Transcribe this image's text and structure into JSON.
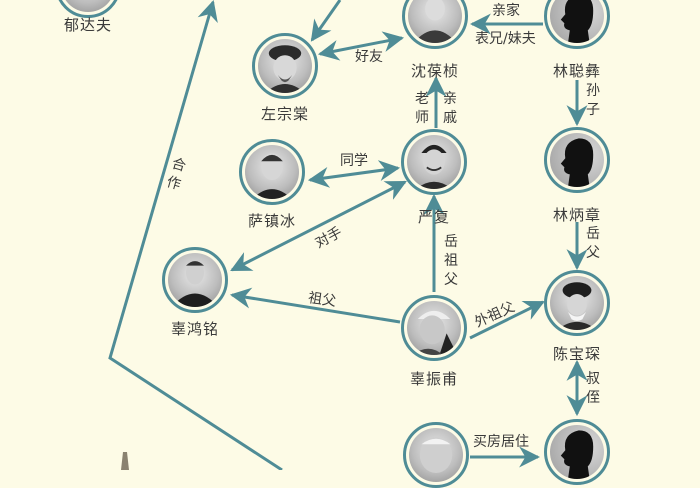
{
  "diagram": {
    "type": "relationship-network",
    "colors": {
      "background": "#fdfbe6",
      "edge": "#4f8c96",
      "text": "#3a3a3a"
    },
    "nodes": [
      {
        "id": "yudafu",
        "name": "郁达夫",
        "portrait": "photo"
      },
      {
        "id": "zuozongtang",
        "name": "左宗棠",
        "portrait": "photo"
      },
      {
        "id": "shenbaozhen",
        "name": "沈葆桢",
        "portrait": "photo"
      },
      {
        "id": "linciongyi",
        "name": "林聪彝",
        "portrait": "silhouette"
      },
      {
        "id": "sazhenbing",
        "name": "萨镇冰",
        "portrait": "photo"
      },
      {
        "id": "yanfu",
        "name": "严复",
        "portrait": "photo"
      },
      {
        "id": "linbingzhang",
        "name": "林炳章",
        "portrait": "silhouette"
      },
      {
        "id": "guhongming",
        "name": "辜鸿铭",
        "portrait": "photo"
      },
      {
        "id": "guzhenfu",
        "name": "辜振甫",
        "portrait": "photo"
      },
      {
        "id": "chenbaochen",
        "name": "陈宝琛",
        "portrait": "photo"
      },
      {
        "id": "bottom_left",
        "name": "",
        "portrait": "photo"
      },
      {
        "id": "bottom_right",
        "name": "",
        "portrait": "silhouette"
      }
    ],
    "edges": [
      {
        "from": "zuozongtang",
        "to": "shenbaozhen",
        "label": "好友",
        "direction": "both"
      },
      {
        "from": "linciongyi",
        "to": "shenbaozhen",
        "label": "亲家",
        "label2": "表兄/妹夫",
        "direction": "forward"
      },
      {
        "from": "linciongyi",
        "to": "linbingzhang",
        "label": "孙子",
        "direction": "forward"
      },
      {
        "from": "yanfu",
        "to": "shenbaozhen",
        "label": "老师",
        "label2": "亲戚",
        "direction": "forward"
      },
      {
        "from": "sazhenbing",
        "to": "yanfu",
        "label": "同学",
        "direction": "both"
      },
      {
        "from": "guhongming",
        "to": "yanfu",
        "label": "对手",
        "direction": "both"
      },
      {
        "from": "linbingzhang",
        "to": "chenbaochen",
        "label": "岳父",
        "direction": "forward"
      },
      {
        "from": "guzhenfu",
        "to": "yanfu",
        "label": "岳祖父",
        "direction": "forward"
      },
      {
        "from": "guzhenfu",
        "to": "guhongming",
        "label": "祖父",
        "direction": "forward"
      },
      {
        "from": "guzhenfu",
        "to": "chenbaochen",
        "label": "外祖父",
        "direction": "forward"
      },
      {
        "from": "chenbaochen",
        "to": "bottom_right",
        "label": "叔侄",
        "direction": "both"
      },
      {
        "from": "bottom_left",
        "to": "bottom_right",
        "label": "买房居住",
        "direction": "forward"
      },
      {
        "from": "offscreen_bottom",
        "to": "offscreen_top",
        "label": "合作",
        "direction": "forward"
      },
      {
        "from": "offscreen_top_right",
        "to": "zuozongtang",
        "label": "",
        "direction": "forward"
      }
    ]
  }
}
